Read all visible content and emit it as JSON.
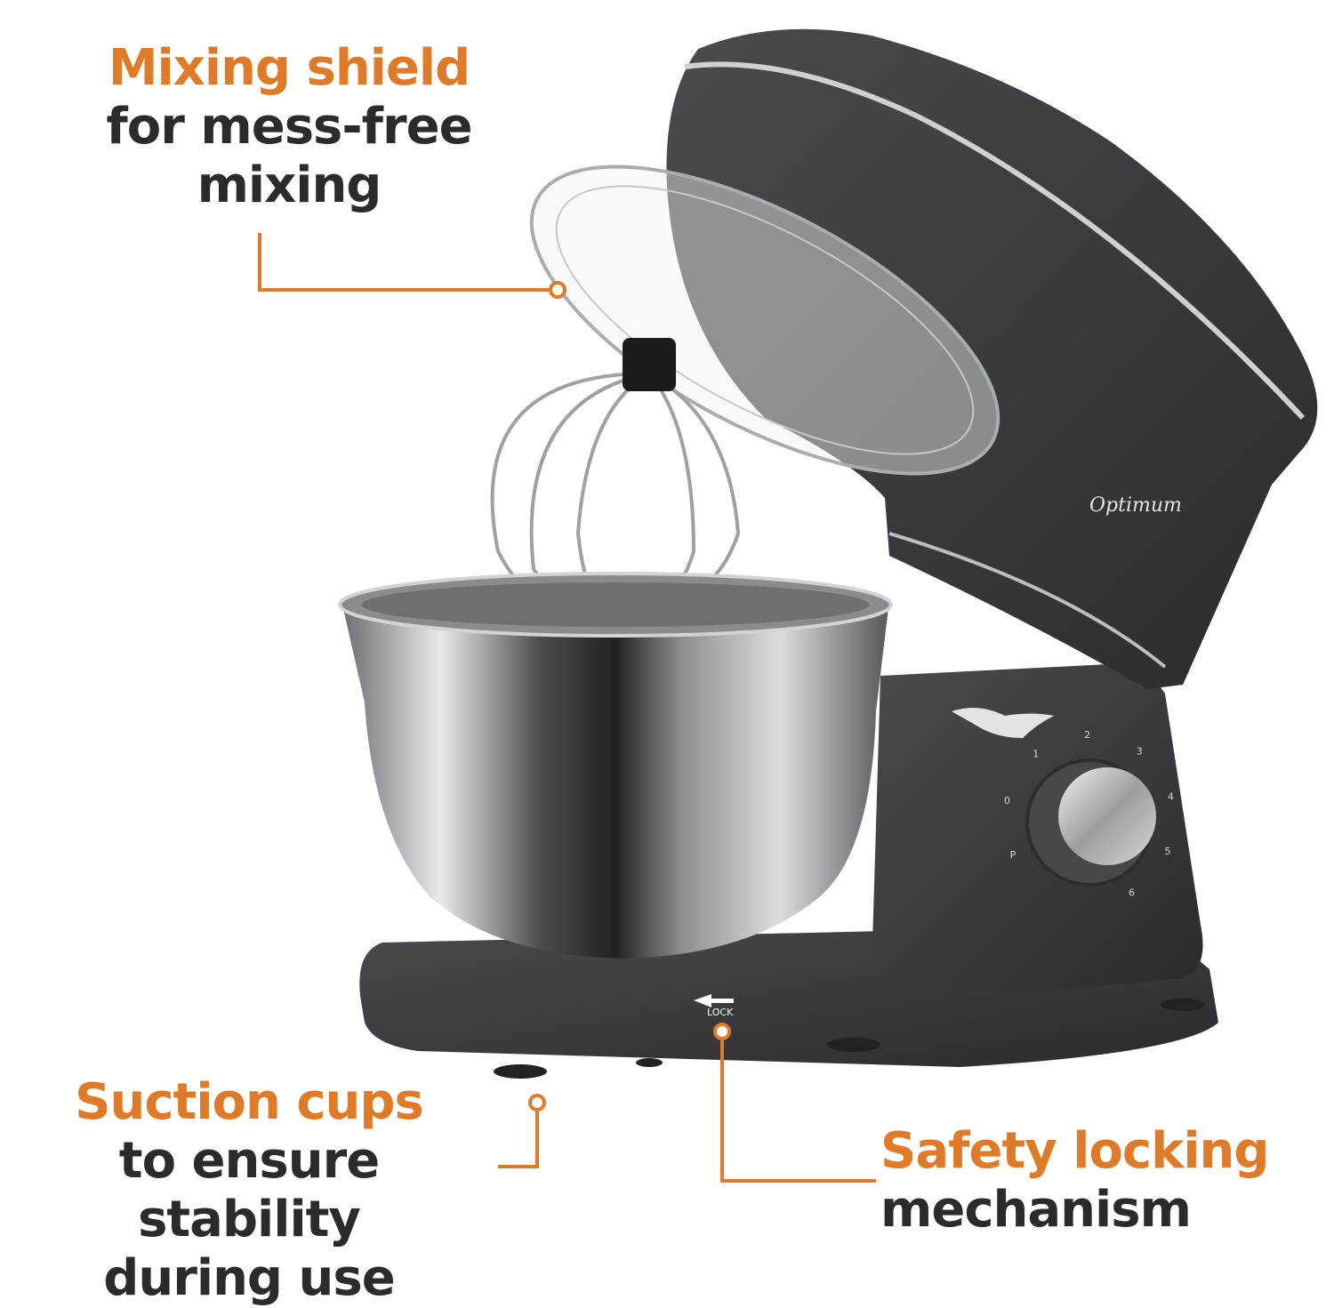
{
  "callouts": {
    "mixing_shield": {
      "title": "Mixing shield",
      "lines": [
        "for mess-free",
        "mixing"
      ]
    },
    "suction_cups": {
      "title": "Suction cups",
      "lines": [
        "to ensure stability",
        "during use"
      ]
    },
    "safety_locking": {
      "title": "Safety locking",
      "lines": [
        "mechanism"
      ]
    }
  },
  "product": {
    "brand_logo": "Optimum",
    "lock_label": "LOCK",
    "speed_dial_marks": [
      "P",
      "0",
      "1",
      "2",
      "3",
      "4",
      "5",
      "6"
    ]
  },
  "colors": {
    "accent": "#e07a27",
    "text": "#2b2b2b",
    "body": "#3c3d40",
    "steel": "#c8c9cc"
  }
}
